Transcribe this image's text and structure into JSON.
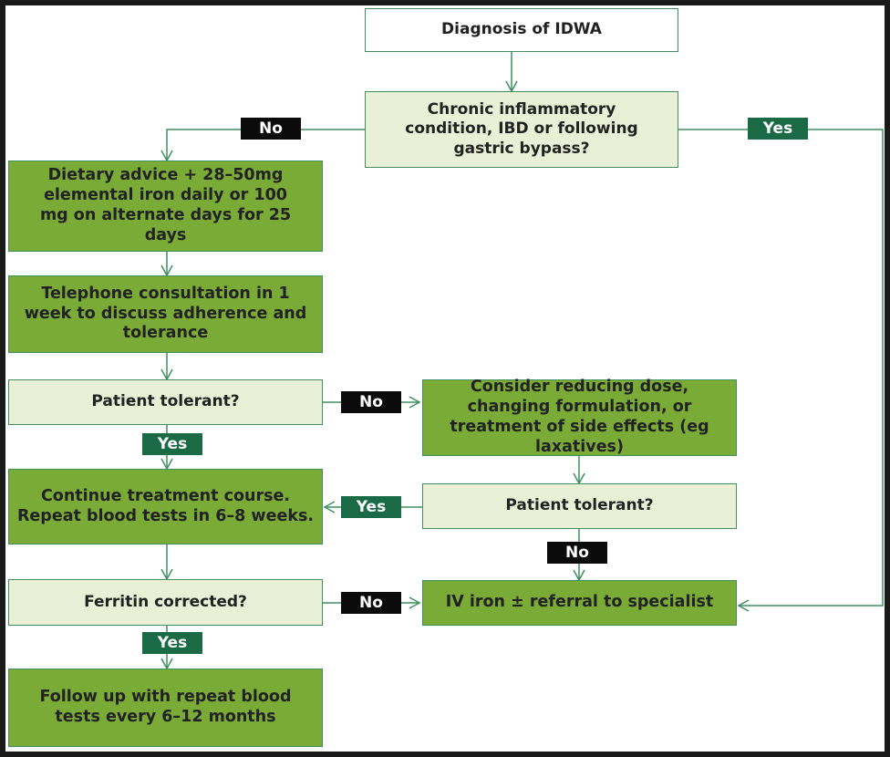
{
  "nodes": {
    "diagnosis": "Diagnosis of IDWA",
    "chronic": "Chronic inflammatory condition, IBD or following gastric bypass?",
    "dietary": "Dietary advice + 28–50mg elemental iron daily or 100 mg on alternate days for 25 days",
    "telephone": "Telephone consultation in 1 week to discuss adherence and tolerance",
    "tolerant1": "Patient tolerant?",
    "consider": "Consider reducing dose, changing formulation, or treatment of side effects (eg laxatives)",
    "continue": "Continue treatment course. Repeat blood tests in 6–8 weeks.",
    "tolerant2": "Patient tolerant?",
    "ferritin": "Ferritin corrected?",
    "iv": "IV iron ± referral to specialist",
    "followup": "Follow up with repeat blood tests every 6–12 months"
  },
  "labels": {
    "no": "No",
    "yes": "Yes"
  },
  "colors": {
    "connector": "#3f8f5f",
    "action_fill": "#7aab36",
    "decision_fill": "#eaf0d6",
    "no_badge": "#0b0b0b",
    "yes_badge": "#1a6b45"
  }
}
